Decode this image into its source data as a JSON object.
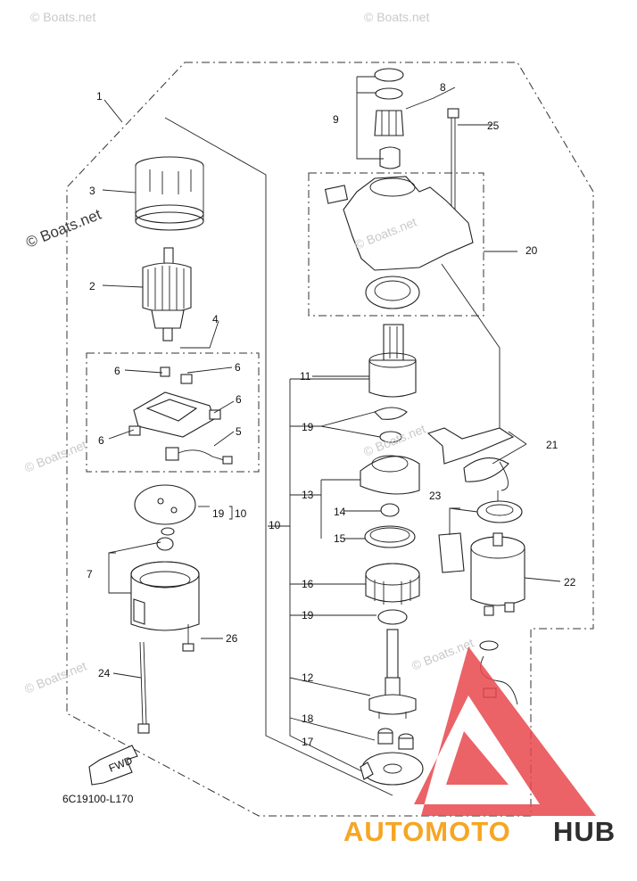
{
  "diagram_code": "6C19100-L170",
  "fwd_label": "FWD",
  "watermark_text": "© Boats.net",
  "watermark_small": "© Boats.net",
  "logo": {
    "part_a": "AUTOMOTO",
    "part_b": "HUB",
    "color_a": "#f5a623",
    "color_b": "#2e2e2e",
    "mark_color": "#e8474c"
  },
  "callouts": {
    "c1": "1",
    "c2": "2",
    "c3": "3",
    "c4": "4",
    "c5": "5",
    "c6a": "6",
    "c6b": "6",
    "c6c": "6",
    "c6d": "6",
    "c7": "7",
    "c8": "8",
    "c9": "9",
    "c10a": "10",
    "c10b": "10",
    "c11": "11",
    "c12": "12",
    "c13": "13",
    "c14": "14",
    "c15": "15",
    "c16": "16",
    "c17": "17",
    "c18": "18",
    "c19a": "19",
    "c19b": "19",
    "c19c": "19",
    "c20": "20",
    "c21": "21",
    "c22": "22",
    "c23": "23",
    "c24": "24",
    "c25": "25",
    "c26": "26"
  }
}
